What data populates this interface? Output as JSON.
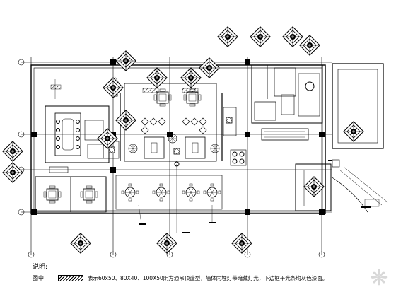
{
  "notes": {
    "title": "说明:",
    "legend_label": "图中",
    "legend_text": "表示60x50、80X40、100X50阴方通吊顶造型，墙体内埋灯带暗藏灯光，下边框平光条均灰色漆面。"
  },
  "colors": {
    "line": "#000000",
    "background": "#ffffff",
    "watermark": "#d8d8d8"
  },
  "icons": {
    "column_tag": "diamond-callout-icon",
    "table_set": "round-table-chairs-icon",
    "watermark": "watermark-logo-icon"
  }
}
